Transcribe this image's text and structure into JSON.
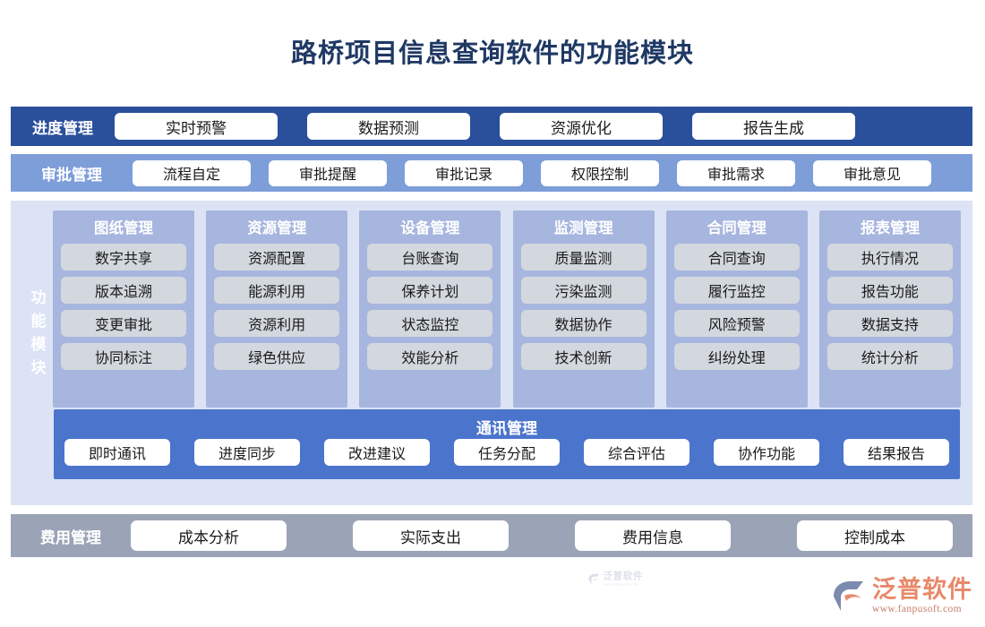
{
  "title": "路桥项目信息查询软件的功能模块",
  "colors": {
    "title": "#1F3864",
    "progress_bar": "#2A4F9B",
    "approval_bar": "#7E9EDA",
    "modules_panel": "#DCE3F5",
    "module_column": "#A7B6DF",
    "module_item": "#D3D8DF",
    "comm_panel": "#4B74CC",
    "cost_bar": "#9BA4B7",
    "chip": "#FFFFFF",
    "logo": "#E8896B"
  },
  "rows": {
    "progress": {
      "label": "进度管理",
      "items": [
        "实时预警",
        "数据预测",
        "资源优化",
        "报告生成"
      ]
    },
    "approval": {
      "label": "审批管理",
      "items": [
        "流程自定",
        "审批提醒",
        "审批记录",
        "权限控制",
        "审批需求",
        "审批意见"
      ]
    },
    "cost": {
      "label": "费用管理",
      "items": [
        "成本分析",
        "实际支出",
        "费用信息",
        "控制成本"
      ]
    }
  },
  "modules": {
    "label": "功能模块",
    "columns": [
      {
        "title": "图纸管理",
        "items": [
          "数字共享",
          "版本追溯",
          "变更审批",
          "协同标注"
        ]
      },
      {
        "title": "资源管理",
        "items": [
          "资源配置",
          "能源利用",
          "资源利用",
          "绿色供应"
        ]
      },
      {
        "title": "设备管理",
        "items": [
          "台账查询",
          "保养计划",
          "状态监控",
          "效能分析"
        ]
      },
      {
        "title": "监测管理",
        "items": [
          "质量监测",
          "污染监测",
          "数据协作",
          "技术创新"
        ]
      },
      {
        "title": "合同管理",
        "items": [
          "合同查询",
          "履行监控",
          "风险预警",
          "纠纷处理"
        ]
      },
      {
        "title": "报表管理",
        "items": [
          "执行情况",
          "报告功能",
          "数据支持",
          "统计分析"
        ]
      }
    ]
  },
  "communication": {
    "title": "通讯管理",
    "items": [
      "即时通讯",
      "进度同步",
      "改进建议",
      "任务分配",
      "综合评估",
      "协作功能",
      "结果报告"
    ]
  },
  "logo": {
    "name": "泛普软件",
    "url": "www.fanpusoft.com"
  }
}
